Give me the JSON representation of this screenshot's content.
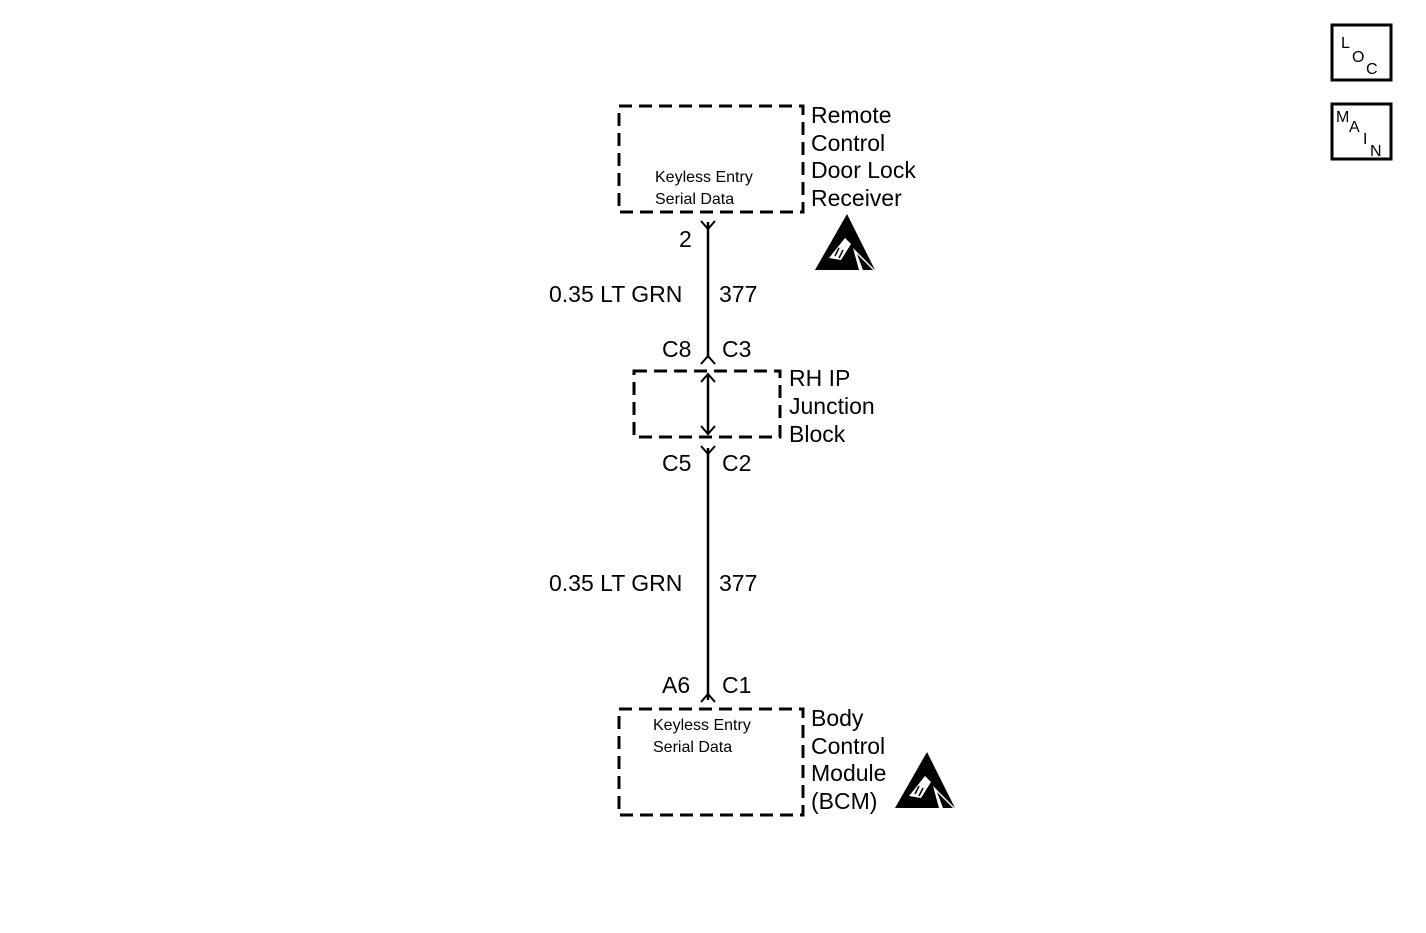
{
  "nav": {
    "loc": [
      "L",
      "O",
      "C"
    ],
    "main": [
      "M",
      "A",
      "I",
      "N"
    ]
  },
  "components": {
    "receiver": {
      "name_lines": [
        "Remote",
        "Control",
        "Door Lock",
        "Receiver"
      ],
      "inner_lines": [
        "Keyless Entry",
        "Serial Data"
      ],
      "pin": "2"
    },
    "junction_block": {
      "name_lines": [
        "RH IP",
        "Junction",
        "Block"
      ],
      "top_connector_left": "C8",
      "top_connector_right": "C3",
      "bottom_connector_left": "C5",
      "bottom_connector_right": "C2"
    },
    "bcm": {
      "name_lines": [
        "Body",
        "Control",
        "Module",
        "(BCM)"
      ],
      "inner_lines": [
        "Keyless Entry",
        "Serial Data"
      ],
      "pin_left": "A6",
      "pin_right": "C1"
    }
  },
  "wires": [
    {
      "gauge_color": "0.35 LT GRN",
      "circuit": "377"
    },
    {
      "gauge_color": "0.35 LT GRN",
      "circuit": "377"
    }
  ],
  "esd_symbols": [
    "esd-warning-icon",
    "esd-warning-icon"
  ]
}
